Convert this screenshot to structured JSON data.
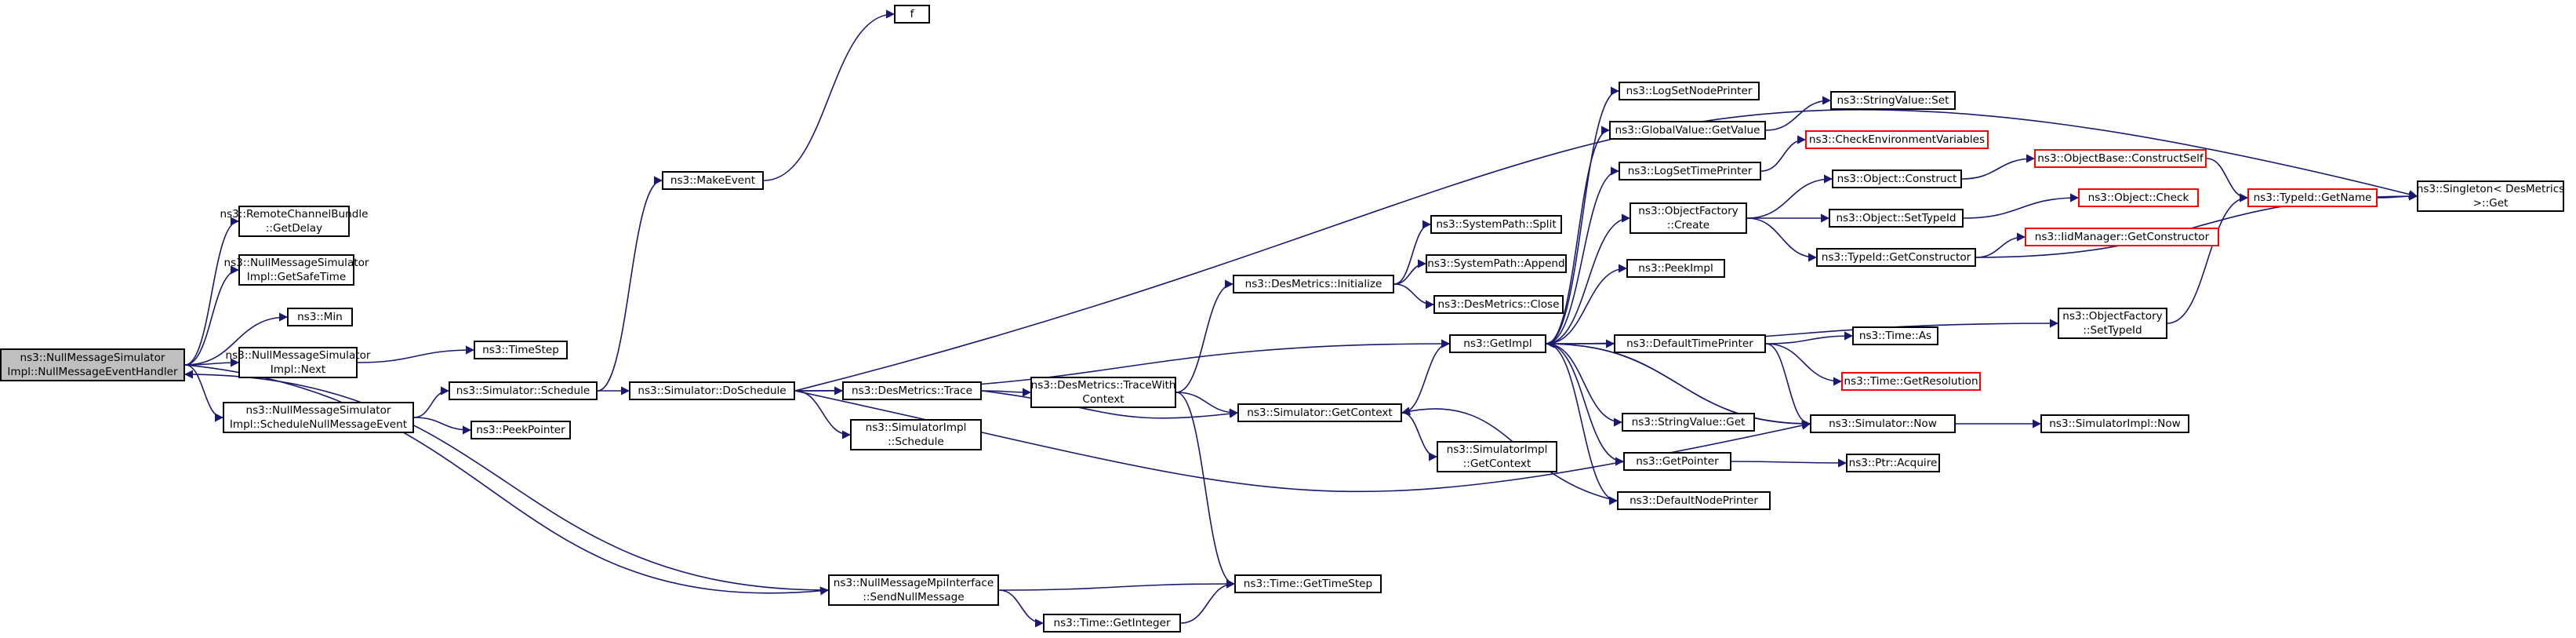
{
  "colors": {
    "edge": "#191970",
    "normal_border": "#000000",
    "incomplete_border": "#ff0000",
    "root_fill": "#bfbfbf"
  },
  "nodes": {
    "root": [
      "ns3::NullMessageSimulator",
      "Impl::NullMessageEventHandler"
    ],
    "getdelay": [
      "ns3::RemoteChannelBundle",
      "::GetDelay"
    ],
    "getsafetime": [
      "ns3::NullMessageSimulator",
      "Impl::GetSafeTime"
    ],
    "min": [
      "ns3::Min"
    ],
    "next": [
      "ns3::NullMessageSimulator",
      "Impl::Next"
    ],
    "schedulenull": [
      "ns3::NullMessageSimulator",
      "Impl::ScheduleNullMessageEvent"
    ],
    "sendnull": [
      "ns3::NullMessageMpiInterface",
      "::SendNullMessage"
    ],
    "timestep": [
      "ns3::TimeStep"
    ],
    "sim_schedule": [
      "ns3::Simulator::Schedule"
    ],
    "peekpointer": [
      "ns3::PeekPointer"
    ],
    "makeevent": [
      "ns3::MakeEvent"
    ],
    "f": [
      "f"
    ],
    "doschedule": [
      "ns3::Simulator::DoSchedule"
    ],
    "desmetrics_trace": [
      "ns3::DesMetrics::Trace"
    ],
    "simimpl_schedule": [
      "ns3::SimulatorImpl",
      "::Schedule"
    ],
    "desmetrics_init": [
      "ns3::DesMetrics::Initialize"
    ],
    "tracewithcontext": [
      "ns3::DesMetrics::TraceWith",
      "Context"
    ],
    "split": [
      "ns3::SystemPath::Split"
    ],
    "append": [
      "ns3::SystemPath::Append"
    ],
    "close": [
      "ns3::DesMetrics::Close"
    ],
    "getimpl": [
      "ns3::GetImpl"
    ],
    "getcontext": [
      "ns3::Simulator::GetContext"
    ],
    "simimpl_getcontext": [
      "ns3::SimulatorImpl",
      "::GetContext"
    ],
    "gettimestep": [
      "ns3::Time::GetTimeStep"
    ],
    "getinteger": [
      "ns3::Time::GetInteger"
    ],
    "logsetnodeprinter": [
      "ns3::LogSetNodePrinter"
    ],
    "globalvalue_getvalue": [
      "ns3::GlobalValue::GetValue"
    ],
    "logsettimeprinter": [
      "ns3::LogSetTimePrinter"
    ],
    "objectfactory_create": [
      "ns3::ObjectFactory",
      "::Create"
    ],
    "peekimpl": [
      "ns3::PeekImpl"
    ],
    "defaulttimeprinter": [
      "ns3::DefaultTimePrinter"
    ],
    "stringvalue_get": [
      "ns3::StringValue::Get"
    ],
    "getpointer": [
      "ns3::GetPointer"
    ],
    "defaultnodeprinter": [
      "ns3::DefaultNodePrinter"
    ],
    "stringvalue_set": [
      "ns3::StringValue::Set"
    ],
    "checkenv": [
      "ns3::CheckEnvironmentVariables"
    ],
    "object_construct": [
      "ns3::Object::Construct"
    ],
    "object_settypeid": [
      "ns3::Object::SetTypeId"
    ],
    "typeid_getconstructor": [
      "ns3::TypeId::GetConstructor"
    ],
    "time_as": [
      "ns3::Time::As"
    ],
    "time_getresolution": [
      "ns3::Time::GetResolution"
    ],
    "simulator_now": [
      "ns3::Simulator::Now"
    ],
    "ptr_acquire": [
      "ns3::Ptr::Acquire"
    ],
    "objectfactory_settypeid": [
      "ns3::ObjectFactory",
      "::SetTypeId"
    ],
    "objectbase_constructself": [
      "ns3::ObjectBase::ConstructSelf"
    ],
    "object_check": [
      "ns3::Object::Check"
    ],
    "iidmanager_getconstructor": [
      "ns3::IidManager::GetConstructor"
    ],
    "simimpl_now": [
      "ns3::SimulatorImpl::Now"
    ],
    "typeid_getname": [
      "ns3::TypeId::GetName"
    ],
    "singleton_get": [
      "ns3::Singleton< DesMetrics",
      " >::Get"
    ]
  }
}
